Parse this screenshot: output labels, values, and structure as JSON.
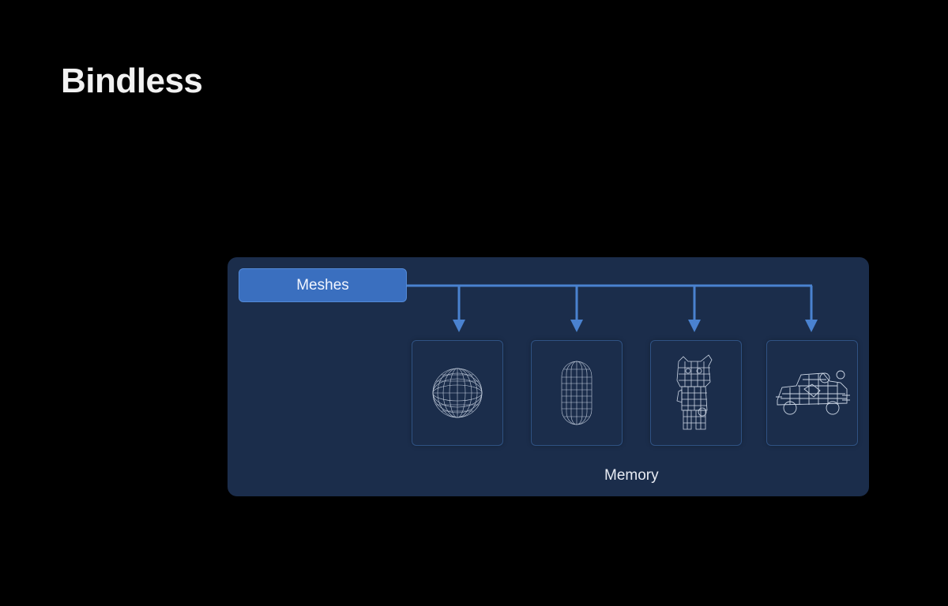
{
  "slide": {
    "title": "Bindless"
  },
  "diagram": {
    "source_label": "Meshes",
    "container_label": "Memory",
    "colors": {
      "background": "#000000",
      "panel": "#1b2d4b",
      "source_box": "#3a6fbf",
      "arrow": "#4a82d0",
      "card_border": "#2f5283",
      "wireframe": "#dfe8f5"
    },
    "meshes": [
      {
        "name": "sphere",
        "icon": "wireframe-sphere-icon"
      },
      {
        "name": "capsule",
        "icon": "wireframe-capsule-icon"
      },
      {
        "name": "character",
        "icon": "wireframe-character-icon"
      },
      {
        "name": "vehicle",
        "icon": "wireframe-vehicle-icon"
      }
    ]
  }
}
